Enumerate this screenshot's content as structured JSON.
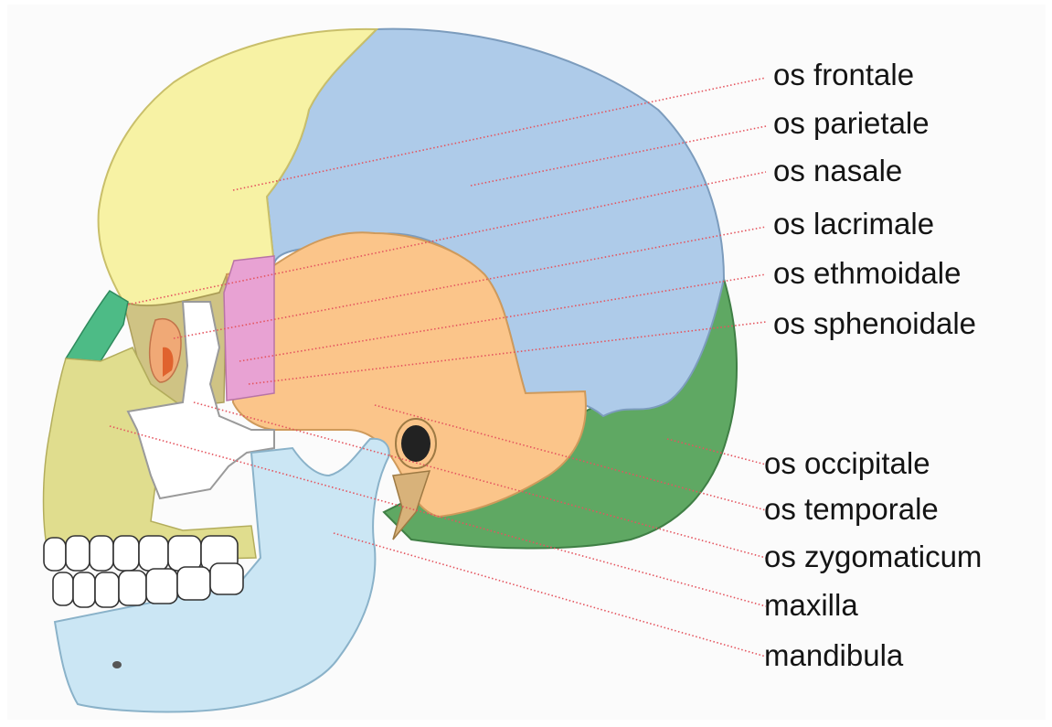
{
  "labels": {
    "frontale": "os frontale",
    "parietale": "os parietale",
    "nasale": "os nasale",
    "lacrimale": "os lacrimale",
    "ethmoidale": "os ethmoidale",
    "sphenoidale": "os sphenoidale",
    "occipitale": "os occipitale",
    "temporale": "os temporale",
    "zygomaticum": "os zygomaticum",
    "maxilla": "maxilla",
    "mandibula": "mandibula"
  },
  "colors": {
    "frontale": "#f7f2a4",
    "parietale": "#aecbe9",
    "nasale": "#4dbb86",
    "lacrimale": "#f0a976",
    "ethmoidale": "#e8a2d3",
    "sphenoidale": "#cdc17e",
    "occipitale": "#5fa863",
    "temporale": "#fbc58a",
    "zygomaticum": "#ffffff",
    "maxilla": "#e0dd8e",
    "mandibula": "#cbe6f4",
    "leader_line": "#e4545e"
  }
}
